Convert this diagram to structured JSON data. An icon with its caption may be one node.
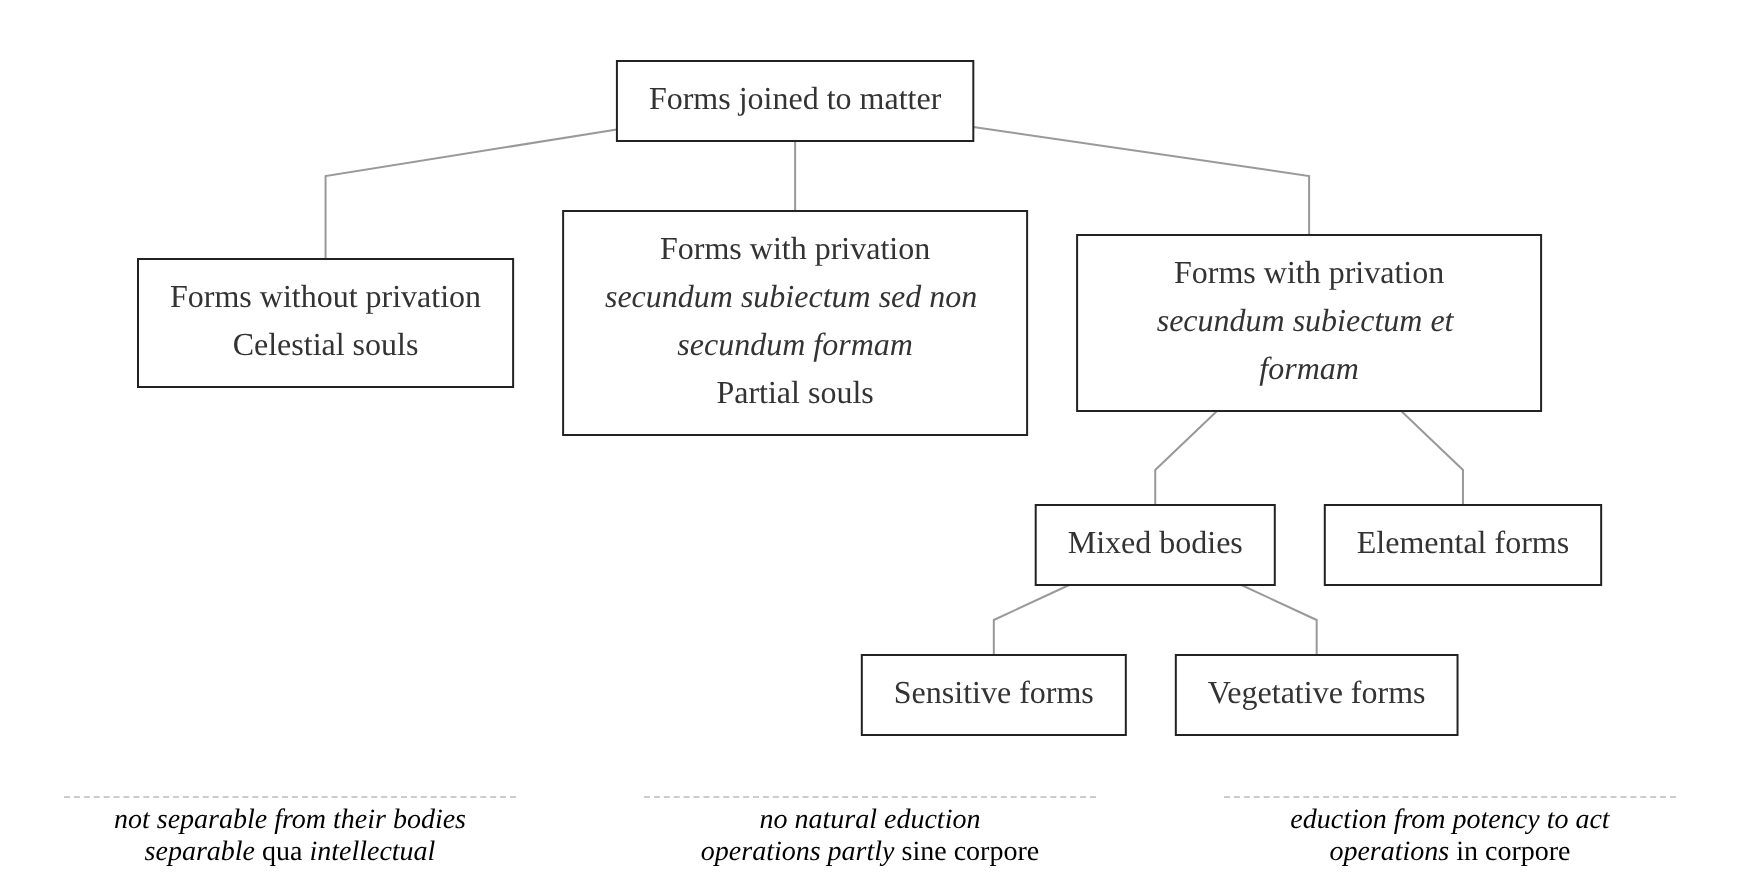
{
  "diagram": {
    "nodes": [
      {
        "text": [
          "Forms joined to matter"
        ]
      },
      {
        "text": [
          "Forms without privation",
          "Celestial souls"
        ]
      },
      {
        "text": [
          "Forms with privation",
          "*secundum subiectum sed non secundum formam*",
          "Partial souls"
        ]
      },
      {
        "text": [
          "Forms with privation",
          "*secundum subiectum et formam*"
        ]
      },
      {
        "text": [
          "Mixed bodies"
        ]
      },
      {
        "text": [
          "Elemental forms"
        ]
      },
      {
        "text": [
          "Sensitive forms"
        ]
      },
      {
        "text": [
          "Vegetative forms"
        ]
      }
    ],
    "edges": [
      {
        "from": 0,
        "to": 1,
        "arrow": "none"
      },
      {
        "from": 0,
        "to": 2,
        "arrow": "none"
      },
      {
        "from": 0,
        "to": 3,
        "arrow": "none"
      },
      {
        "from": 3,
        "to": 4,
        "arrow": "none"
      },
      {
        "from": 3,
        "to": 5,
        "arrow": "none"
      },
      {
        "from": 4,
        "to": 6,
        "arrow": "none"
      },
      {
        "from": 4,
        "to": 7,
        "arrow": "none"
      }
    ],
    "labels": [
      "*not separable from their bodies*",
      "*separable* qua *intellectual*",
      "*no natural eduction*",
      "*operations partly* sine corpore",
      "*eduction from potency to act*",
      "*operations* in corpore"
    ]
  }
}
